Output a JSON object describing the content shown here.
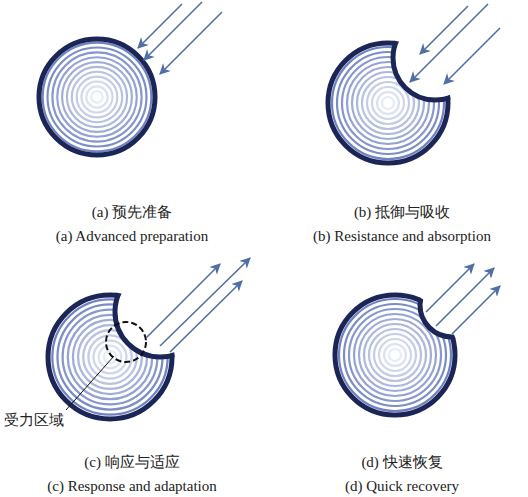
{
  "diagram": {
    "nodes": [
      {
        "text": [
          "(a) 预先准备",
          "(a) Advanced preparation"
        ]
      },
      {
        "text": [
          "(b) 抵御与吸收",
          "(b) Resistance and absorption"
        ]
      },
      {
        "text": [
          "(c) 响应与适应",
          "(c) Response and adaptation"
        ]
      },
      {
        "text": [
          "(d) 快速恢复",
          "(d) Quick recovery"
        ]
      }
    ],
    "labels": [
      "受力区域"
    ]
  }
}
